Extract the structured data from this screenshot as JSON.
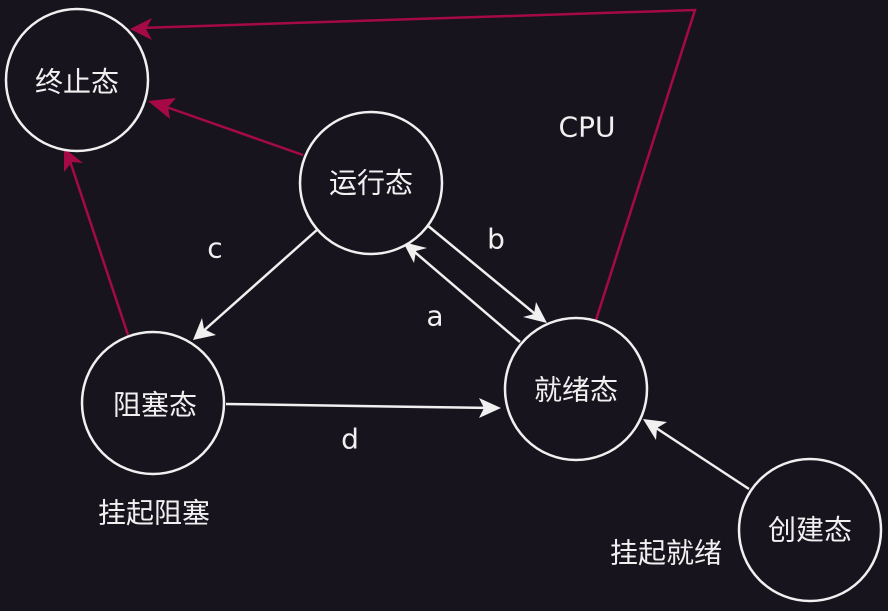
{
  "diagram": {
    "title": "",
    "nodes": [
      {
        "id": "terminated",
        "label": "终止态"
      },
      {
        "id": "running",
        "label": "运行态"
      },
      {
        "id": "blocked",
        "label": "阻塞态"
      },
      {
        "id": "ready",
        "label": "就绪态"
      },
      {
        "id": "created",
        "label": "创建态"
      }
    ],
    "edges": [
      {
        "from": "running",
        "to": "blocked",
        "label": "c",
        "color": "#f0f0f0"
      },
      {
        "from": "running",
        "to": "ready",
        "label": "b",
        "color": "#f0f0f0"
      },
      {
        "from": "ready",
        "to": "running",
        "label": "a",
        "color": "#f0f0f0"
      },
      {
        "from": "blocked",
        "to": "ready",
        "label": "d",
        "color": "#f0f0f0"
      },
      {
        "from": "created",
        "to": "ready",
        "label": "",
        "color": "#f0f0f0"
      },
      {
        "from": "running",
        "to": "terminated",
        "label": "",
        "color": "#a50a45"
      },
      {
        "from": "blocked",
        "to": "terminated",
        "label": "",
        "color": "#a50a45"
      },
      {
        "from": "ready",
        "to": "terminated",
        "label": "CPU",
        "color": "#a50a45"
      }
    ],
    "annotations": {
      "suspend_blocked": "挂起阻塞",
      "suspend_ready": "挂起就绪"
    },
    "colors": {
      "background": "#18141d",
      "node_stroke": "#f0f0f0",
      "accent_red": "#a50a45"
    }
  }
}
